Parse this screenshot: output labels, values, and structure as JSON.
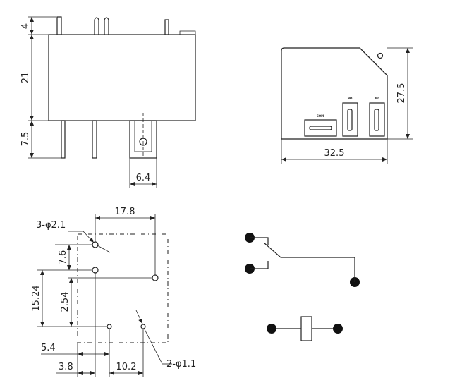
{
  "side_view": {
    "dims": {
      "terminal_height": "4",
      "body_height": "21",
      "pin_length": "7.5",
      "tab_width": "6.4"
    }
  },
  "top_view": {
    "dims": {
      "height": "27.5",
      "width": "32.5"
    },
    "terminal_labels": {
      "com": "COM",
      "nc": "NC",
      "no": "NO"
    }
  },
  "pcb_layout": {
    "dims": {
      "hole_spacing_x": "17.8",
      "large_holes": "3-φ2.1",
      "small_holes": "2-φ1.1",
      "pitch_7_6": "7.6",
      "pitch_15_24": "15.24",
      "pitch_2_54": "2.54",
      "offset_5_4": "5.4",
      "offset_3_8": "3.8",
      "offset_10_2": "10.2"
    }
  },
  "schematic": {
    "symbols": [
      "changeover-contact",
      "relay-coil"
    ]
  }
}
